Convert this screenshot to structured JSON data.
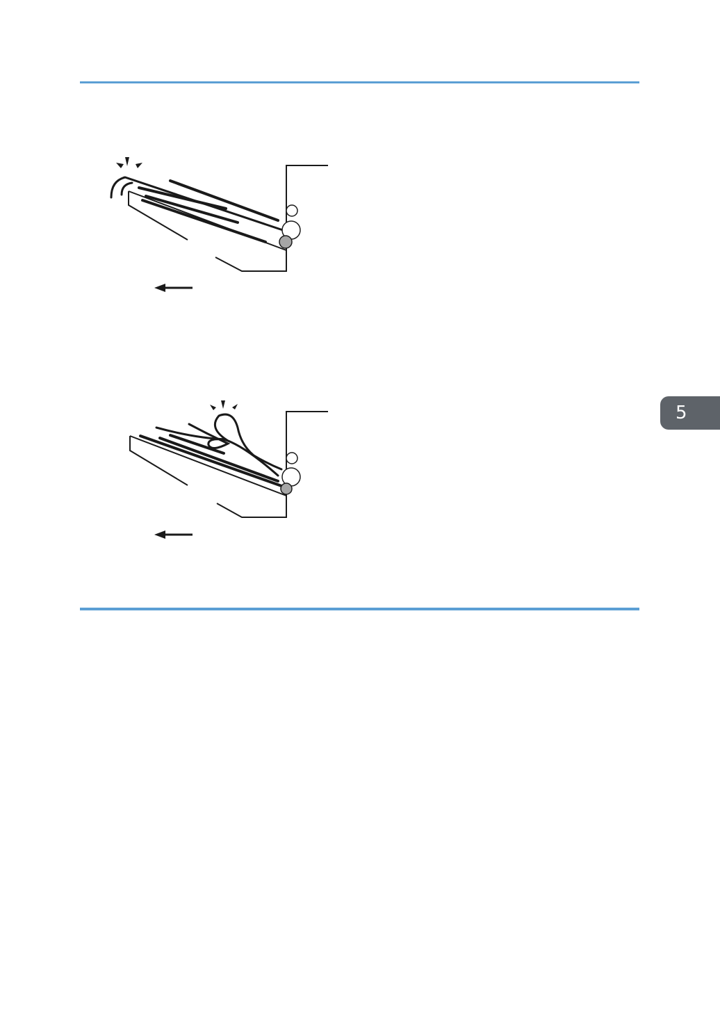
{
  "chapter_tab": {
    "number": "5",
    "color": "#5e6369"
  },
  "rule_color": "#5b9fd4",
  "figures": [
    {
      "name": "paper-curled-figure",
      "roller_fill_gray": "#a6a6a6",
      "icons": [
        "curl-alert-icon",
        "feed-direction-arrow-icon"
      ]
    },
    {
      "name": "paper-creased-figure",
      "roller_fill_gray": "#a6a6a6",
      "icons": [
        "crease-alert-icon",
        "feed-direction-arrow-icon"
      ]
    }
  ]
}
